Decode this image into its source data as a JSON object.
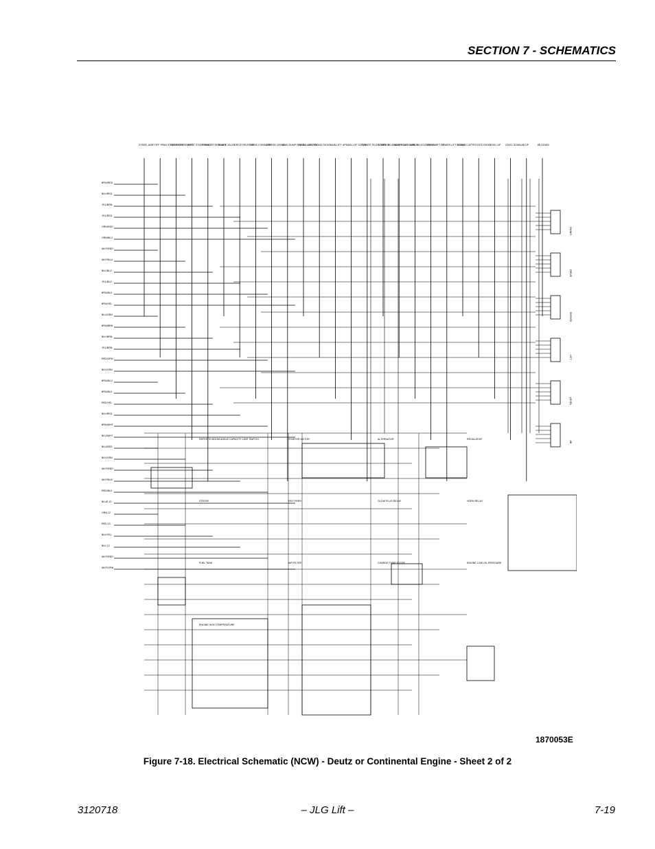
{
  "header": {
    "section_title": "SECTION 7 - SCHEMATICS"
  },
  "figure": {
    "drawing_number": "1870053E",
    "caption": "Figure 7-18.  Electrical Schematic (NCW) - Deutz or Continental Engine - Sheet 2 of 2"
  },
  "schematic": {
    "top_labels": [
      "STEER JUMP",
      "OFF SPAN STEER RIGHT",
      "REAR STEER LEFT",
      "FRONT STEER RIGHT",
      "FRONT STEER LEFT",
      "BRAKE VALVE",
      "DRIVE REVERSE",
      "DRIVE FORWARD",
      "2 SPEED DRIVE",
      "MAIN DUMP FOR ALL VALVES",
      "SWING LEFT",
      "SWING RIGHT",
      "MAIN LIFT UP",
      "MAIN LIFT DOWN",
      "TOWER TELESCOPE IN",
      "TOWER TELESCOPE OUT",
      "MAIN TELESCOPE IN",
      "MAIN TELESCOPE OUT",
      "TOWER LIFT UP",
      "TOWER LIFT DOWN",
      "ROTATE LEFT",
      "ROTATE RIGHT",
      "LEVEL UP",
      "LEVEL DOWN",
      "JIB UP",
      "JIB DOWN"
    ],
    "left_wires": [
      "BRN/RED",
      "BLK/RED",
      "YEL/BRN",
      "YEL/RED",
      "ORN/RED",
      "ORN/BLU",
      "WHT/RED",
      "WHT/BLU",
      "BLK/BLU",
      "YEL/BLU",
      "BRN/BLK",
      "BRN/YEL",
      "BLU/ORN",
      "BRN/BRN",
      "BLK/BRN",
      "YEL/BRN",
      "RED/ORN",
      "BLK/ORN",
      "BRN/BLU",
      "BRN/BLK",
      "RED/YEL",
      "BLK/RED",
      "BRN/WHT",
      "BLU/WHT",
      "BLU/RED",
      "BLK/ORN",
      "WHT/RED",
      "WHT/BLK",
      "RED/BLK",
      "BLUE 13",
      "ORN 12",
      "RED 13",
      "BLK/YEL",
      "BLK 12",
      "WHT/RED",
      "WHT/ORN"
    ],
    "right_labels": [
      "SWING",
      "DRIVE",
      "ROTATE",
      "LIFT",
      "LEVEL",
      "JIB"
    ],
    "notes": [
      "REFER TO BOOM ANGLE CAPACITY LIMIT SWITCH",
      "STARTER MOTOR",
      "ALTERNATOR",
      "REGULATOR",
      "STATOR",
      "RECTIFIER",
      "GLOW PLUG RELAY",
      "HORN RELAY",
      "FUEL TANK",
      "AIR FILTER",
      "CHARGE PUMP FILTER",
      "ENGINE LOW OIL PRESSURE",
      "ENGINE HIGH TEMPERATURE"
    ]
  },
  "footer": {
    "left": "3120718",
    "center": "– JLG Lift –",
    "right": "7-19"
  }
}
